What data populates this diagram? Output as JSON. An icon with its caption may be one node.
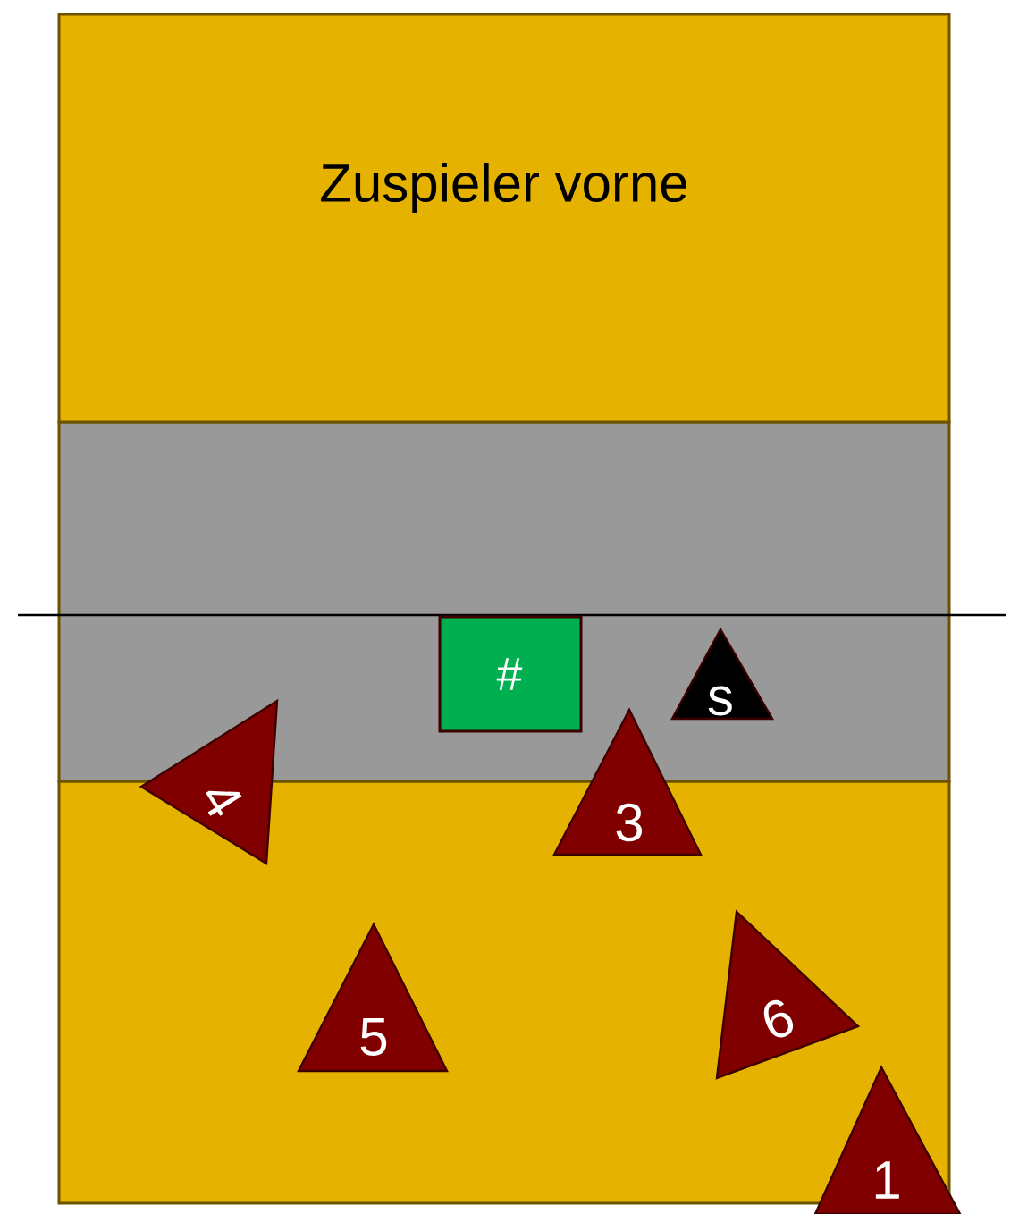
{
  "diagram": {
    "nodes": [
      {
        "text": [
          "Zuspieler vorne"
        ]
      },
      {
        "text": [
          "#"
        ]
      },
      {
        "text": [
          "s"
        ]
      },
      {
        "text": [
          "4"
        ]
      },
      {
        "text": [
          "3"
        ]
      },
      {
        "text": [
          "5"
        ]
      },
      {
        "text": [
          "6"
        ]
      },
      {
        "text": [
          "1"
        ]
      }
    ]
  }
}
